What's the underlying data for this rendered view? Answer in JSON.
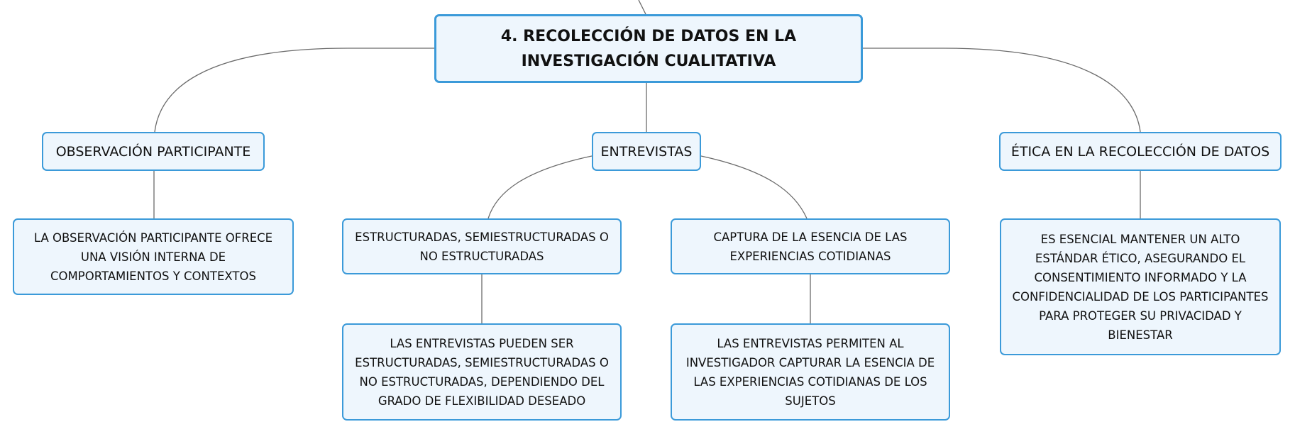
{
  "root": {
    "title": "4. RECOLECCIÓN DE DATOS EN LA INVESTIGACIÓN CUALITATIVA"
  },
  "branches": {
    "observacion": {
      "label": "OBSERVACIÓN PARTICIPANTE",
      "detail": "LA OBSERVACIÓN PARTICIPANTE OFRECE UNA VISIÓN INTERNA DE COMPORTAMIENTOS Y CONTEXTOS"
    },
    "entrevistas": {
      "label": "ENTREVISTAS",
      "sub_a": {
        "label": "ESTRUCTURADAS, SEMIESTRUCTURADAS O NO ESTRUCTURADAS",
        "detail": "LAS ENTREVISTAS PUEDEN SER ESTRUCTURADAS, SEMIESTRUCTURADAS O NO ESTRUCTURADAS, DEPENDIENDO DEL GRADO DE FLEXIBILIDAD DESEADO"
      },
      "sub_b": {
        "label": "CAPTURA DE LA ESENCIA DE LAS EXPERIENCIAS COTIDIANAS",
        "detail": "LAS ENTREVISTAS PERMITEN AL INVESTIGADOR CAPTURAR LA ESENCIA DE LAS EXPERIENCIAS COTIDIANAS DE LOS SUJETOS"
      }
    },
    "etica": {
      "label": "ÉTICA EN LA RECOLECCIÓN DE DATOS",
      "detail": "ES ESENCIAL MANTENER UN ALTO ESTÁNDAR ÉTICO, ASEGURANDO EL CONSENTIMIENTO INFORMADO Y LA CONFIDENCIALIDAD DE LOS PARTICIPANTES PARA PROTEGER SU PRIVACIDAD Y BIENESTAR"
    }
  },
  "colors": {
    "node_border": "#3b9ad9",
    "node_fill": "#eef6fd",
    "connector": "#6b6b6b"
  }
}
